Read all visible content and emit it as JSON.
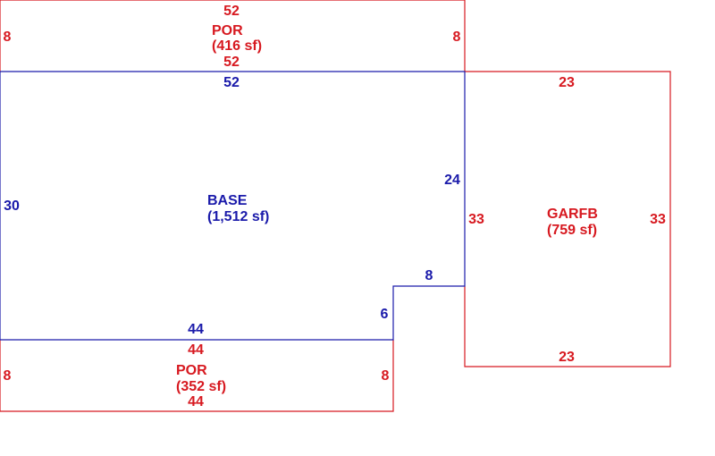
{
  "colors": {
    "por_garage": "#d71920",
    "base": "#1a1aaa"
  },
  "areas": {
    "por_top": {
      "name": "POR",
      "area": "(416 sf)",
      "dims": {
        "top": "52",
        "bottom": "52",
        "left": "8",
        "right": "8"
      }
    },
    "base": {
      "name": "BASE",
      "area": "(1,512 sf)",
      "dims": {
        "top": "52",
        "left": "30",
        "right": "24",
        "step_top": "8",
        "step_side": "6",
        "bottom": "44"
      }
    },
    "garage": {
      "name": "GARFB",
      "area": "(759 sf)",
      "dims": {
        "top": "23",
        "bottom": "23",
        "left": "33",
        "right": "33"
      }
    },
    "por_bottom": {
      "name": "POR",
      "area": "(352 sf)",
      "dims": {
        "top": "44",
        "bottom": "44",
        "left": "8",
        "right": "8"
      }
    }
  }
}
